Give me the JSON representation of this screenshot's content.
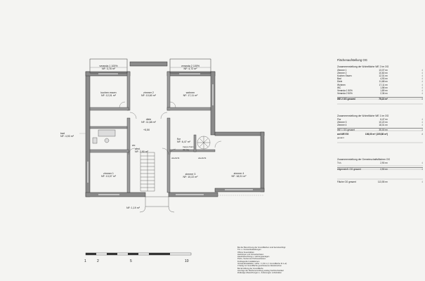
{
  "sheet_title": "Flächenaufstellung OG",
  "rooms": {
    "veranda1": {
      "name": "veranda 1 100%",
      "area": "NF: 3,78 m²"
    },
    "veranda2": {
      "name": "veranda 2 100%",
      "area": "NF: 4,72 m²"
    },
    "kochen": {
      "name": "kochen essen",
      "area": "NF: 12,01 m²"
    },
    "zimmer2": {
      "name": "zimmer 2",
      "area": "NF: 10,60 m²"
    },
    "wohnen": {
      "name": "wohnen",
      "area": "NF: 17,11 m²"
    },
    "diele": {
      "name": "diele",
      "area": "NF: 11,68 m²"
    },
    "bad": {
      "name": "bad",
      "area": "NF: 4,93 m²"
    },
    "wc": {
      "name": "wc",
      "area": "NF: 1,58 m²"
    },
    "abst": {
      "name": "abst.",
      "area": "NF: 2,90 m²"
    },
    "flur": {
      "name": "flur",
      "area": "NF: 6,47 m²"
    },
    "zimmer1": {
      "name": "zimmer 1",
      "area": "NF: 13,07 m²"
    },
    "zimmer3": {
      "name": "zimmer 3",
      "area": "NF: 10,22 m²"
    },
    "zimmer4": {
      "name": "zimmer 4",
      "area": "NF: 18,01 m²"
    },
    "entry": {
      "area": "NF: 1,19 m²"
    }
  },
  "annotations": {
    "level": "+5,50",
    "stair_note": "treppe flurm.",
    "stair_note2": "dar.sig.",
    "oberlicht_a": "oberlicht",
    "oberlicht_b": "oberlicht"
  },
  "table1": {
    "heading": "Zusammenstellung der Wohnfläche WE 2 im OG",
    "rows": [
      {
        "label": "Zimmer 1",
        "value": "13,07 m²",
        "mark": "√"
      },
      {
        "label": "Zimmer 2",
        "value": "10,60 m²",
        "mark": "√"
      },
      {
        "label": "Kochen Essen",
        "value": "12,01 m²",
        "mark": "√"
      },
      {
        "label": "Bad",
        "value": "4,93 m²",
        "mark": "√"
      },
      {
        "label": "Diele",
        "value": "11,68 m²",
        "mark": "√"
      },
      {
        "label": "Wohnen",
        "value": "17,11 m²",
        "mark": "√"
      },
      {
        "label": "WC",
        "value": "1,58 m²",
        "mark": "√"
      },
      {
        "label": "Veranda 1 50%",
        "value": "1,89 m²",
        "mark": "√"
      },
      {
        "label": "Veranda 2 50%",
        "value": "2,36 m²",
        "mark": "√"
      }
    ],
    "total": {
      "label": "WE 2 OG gesamt",
      "value": "75,23 m²",
      "mark": "√"
    }
  },
  "table2": {
    "heading": "Zusammenstellung der Wohnfläche WE 1 im OG",
    "rows": [
      {
        "label": "Flur",
        "value": "6,47 m²",
        "mark": "√"
      },
      {
        "label": "Zimmer 3",
        "value": "10,22 m²",
        "mark": "√"
      },
      {
        "label": "Zimmer 4",
        "value": "18,01 m²",
        "mark": "√"
      }
    ],
    "sub": {
      "label": "WE 1 OG gesamt",
      "value": "35,00 m²",
      "mark": "√"
    },
    "total": {
      "label": "ant WE EG",
      "value": "106,00 m²",
      "value2": "(105,58 m²)",
      "mark": "√"
    },
    "total_note": "gesamt"
  },
  "table3": {
    "heading": "Zusammenstellung der Gemeinschaftsflächen OG",
    "rows": [
      {
        "label": "Tr.h.",
        "value": "2,90 m²",
        "mark": "√"
      }
    ],
    "total": {
      "label": "Allgemeinfl. OG gesamt",
      "value": "2,90 m²",
      "mark": "√"
    }
  },
  "grand_total": {
    "label": "Fläche OG gesamt",
    "value": "113,55 m²",
    "mark": "√"
  },
  "notes": [
    "Bei der Berechnung der Grundflächen sind berücksichtigt:",
    "Tür- u. Fensterbekleidungen",
    "Offene Feuerstätten",
    "Heizkörper und Vorsatzschalen",
    "Hausbeleuchtung u. Heizungsanlagen",
    "Putze, Sockel und Scheuerleisten",
    "Freiliegende Installationen",
    "Vorwandinstallation, Höhe < 1,50 m (> Grundfläche Kl.1+2)",
    "3 Seitig zur Grundfläche geschlossene Wandnischen",
    "Bei Ermittlung der Grundfläche",
    "Auszüge der Flächenermittlung analog Fachbuchartikel",
    "Zulässige Abweichungen u. Änderungen vorbehalten"
  ],
  "scale_ticks": [
    "1",
    "2",
    "5",
    "10"
  ]
}
